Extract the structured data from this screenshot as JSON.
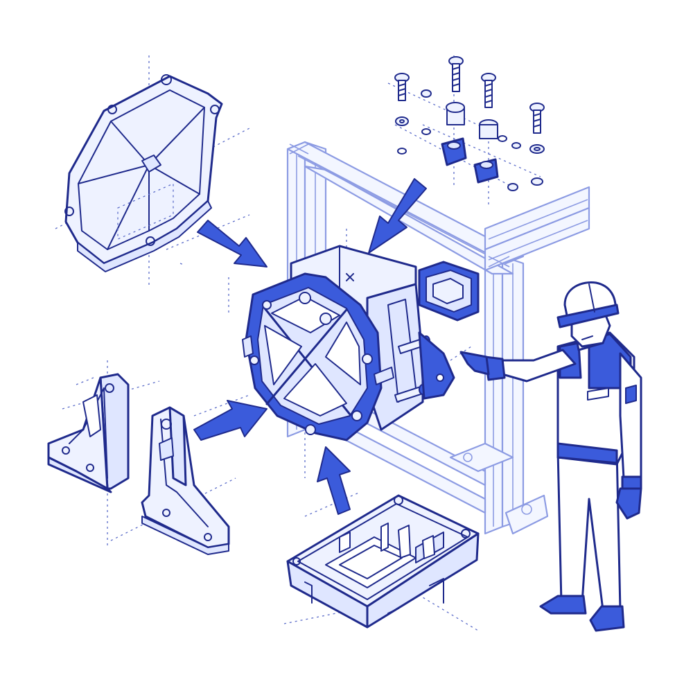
{
  "palette": {
    "outline": "#1f2a8c",
    "accent": "#3b5bdb",
    "light_fill": "#dfe6ff",
    "pale_fill": "#eef2ff",
    "frame": "#8c9be3",
    "background": "#ffffff"
  },
  "components": [
    "ribbed-cover-plate",
    "central-housing-assembly",
    "triangular-bracket-left",
    "triangular-bracket-right",
    "base-enclosure-tray",
    "fastener-set",
    "mounting-block",
    "aluminum-extrusion-frame",
    "technician"
  ],
  "icons": [
    "assembly-arrow-icon",
    "dimension-line-icon",
    "screw-icon",
    "washer-icon",
    "hard-hat-icon"
  ]
}
